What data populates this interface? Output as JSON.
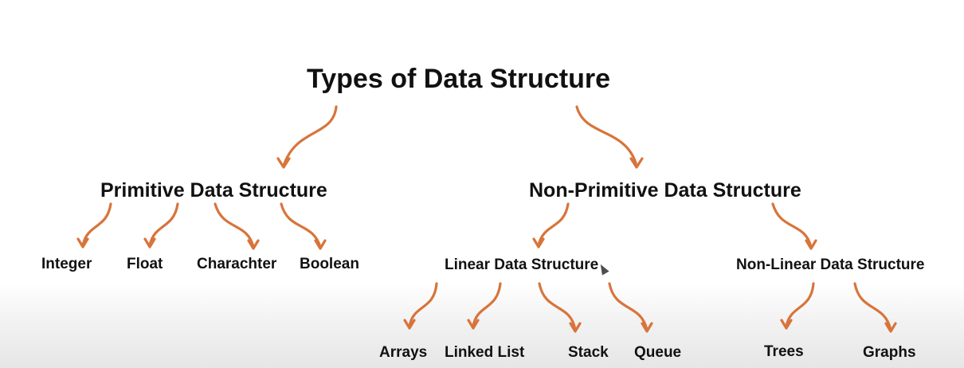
{
  "diagram": {
    "title": "Types of Data Structure",
    "primitive": {
      "label": "Primitive Data Structure",
      "children": [
        "Integer",
        "Float",
        "Charachter",
        "Boolean"
      ]
    },
    "non_primitive": {
      "label": "Non-Primitive Data Structure",
      "linear": {
        "label": "Linear Data Structure",
        "children": [
          "Arrays",
          "Linked List",
          "Stack",
          "Queue"
        ]
      },
      "non_linear": {
        "label": "Non-Linear Data Structure",
        "children": [
          "Trees",
          "Graphs"
        ]
      }
    }
  },
  "colors": {
    "arrow": "#d8743a",
    "text": "#111111"
  }
}
